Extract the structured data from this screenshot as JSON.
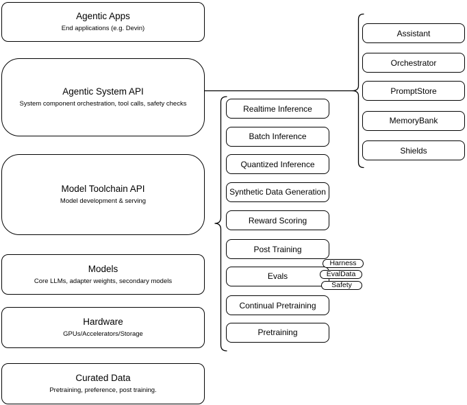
{
  "diagram": {
    "colors": {
      "background": "#ffffff",
      "stroke": "#000000",
      "text": "#000000"
    },
    "left_stack": [
      {
        "title": "Agentic Apps",
        "subtitle": "End applications (e.g. Devin)"
      },
      {
        "title": "Agentic System API",
        "subtitle": "System component orchestration, tool calls, safety checks"
      },
      {
        "title": "Model Toolchain API",
        "subtitle": "Model development & serving"
      },
      {
        "title": "Models",
        "subtitle": "Core LLMs, adapter weights, secondary models"
      },
      {
        "title": "Hardware",
        "subtitle": "GPUs/Accelerators/Storage"
      },
      {
        "title": "Curated Data",
        "subtitle": "Pretraining, preference, post training."
      }
    ],
    "toolchain_items": [
      "Realtime Inference",
      "Batch Inference",
      "Quantized Inference",
      "Synthetic Data Generation",
      "Reward Scoring",
      "Post Training",
      "Evals",
      "Continual Pretraining",
      "Pretraining"
    ],
    "evals_tags": [
      "Harness",
      "EvalData",
      "Safety"
    ],
    "system_items": [
      "Assistant",
      "Orchestrator",
      "PromptStore",
      "MemoryBank",
      "Shields"
    ]
  }
}
